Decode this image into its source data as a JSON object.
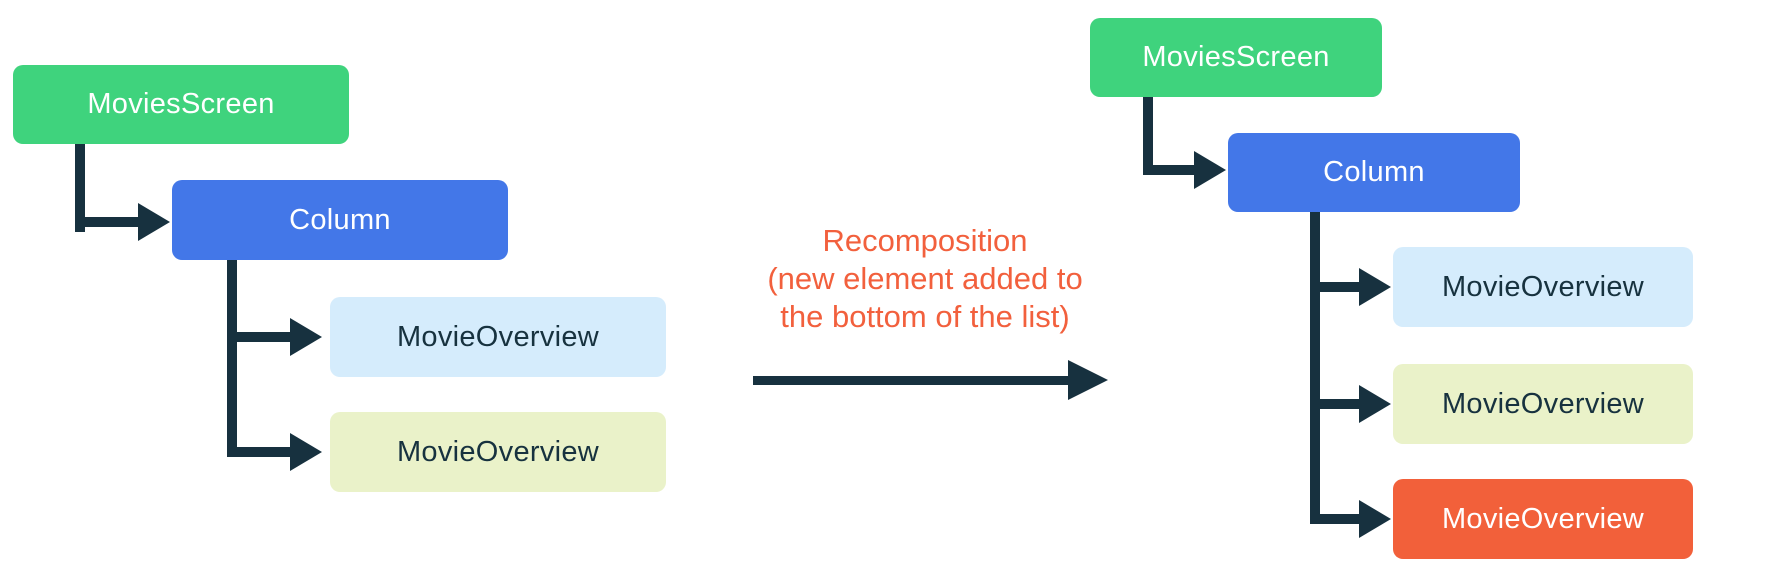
{
  "diagram": {
    "description": "Compose recomposition tree diagram: before and after a new element is added to the bottom of a list"
  },
  "colors": {
    "root_green": "#3FD37D",
    "column_blue": "#4377E8",
    "item_light_blue": "#D5ECFC",
    "item_light_yellow": "#EAF2C9",
    "item_new_orange": "#F2603A",
    "connector_navy": "#17313F",
    "annotation_orange": "#F2603D",
    "text_on_saturated": "#FFFFFF",
    "text_on_light": "#17323F"
  },
  "left_tree": {
    "root": "MoviesScreen",
    "column": "Column",
    "children": [
      {
        "label": "MovieOverview",
        "variant": "light-blue"
      },
      {
        "label": "MovieOverview",
        "variant": "light-yellow"
      }
    ]
  },
  "annotation": {
    "line1": "Recomposition",
    "line2": "(new element added to",
    "line3": "the bottom of the list)"
  },
  "right_tree": {
    "root": "MoviesScreen",
    "column": "Column",
    "children": [
      {
        "label": "MovieOverview",
        "variant": "light-blue"
      },
      {
        "label": "MovieOverview",
        "variant": "light-yellow"
      },
      {
        "label": "MovieOverview",
        "variant": "orange-new"
      }
    ]
  }
}
